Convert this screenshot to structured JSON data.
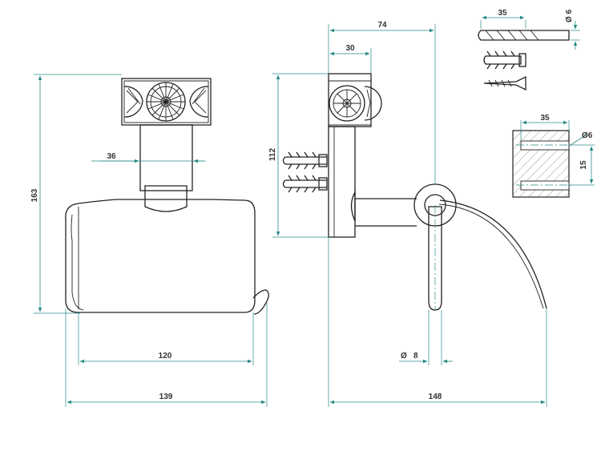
{
  "front_view": {
    "height": "163",
    "post_width": "36",
    "roll_width": "120",
    "overall_width": "139"
  },
  "side_view": {
    "overall_depth": "74",
    "cap_depth": "30",
    "anchor_spacing": "112",
    "rod_diameter_symbol": "Ø",
    "rod_diameter": "8",
    "overall_reach": "148"
  },
  "drill_detail": {
    "length": "35",
    "diameter": "Ø 6"
  },
  "wall_section": {
    "width": "35",
    "hole_diameter": "Ø6",
    "hole_spacing": "15"
  }
}
